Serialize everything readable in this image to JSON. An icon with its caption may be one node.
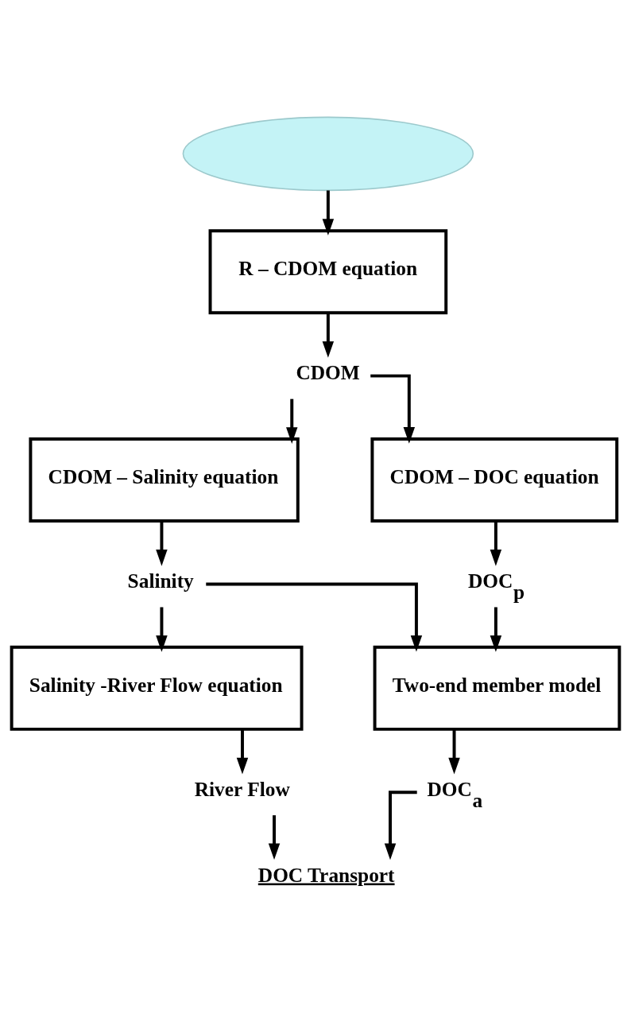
{
  "diagram": {
    "nodes": [
      {
        "text": [],
        "shape": "ellipse"
      },
      {
        "text": [
          "R – CDOM equation"
        ]
      },
      {
        "text": [
          "CDOM"
        ]
      },
      {
        "text": [
          "CDOM – Salinity equation"
        ]
      },
      {
        "text": [
          "CDOM – DOC equation"
        ]
      },
      {
        "text": [
          "Salinity"
        ]
      },
      {
        "text": [
          "DOC$_{p}$"
        ]
      },
      {
        "text": [
          "Salinity -River Flow equation"
        ]
      },
      {
        "text": [
          "Two-end member model"
        ]
      },
      {
        "text": [
          "River Flow"
        ]
      },
      {
        "text": [
          "DOC$_{a}$"
        ]
      },
      {
        "text": [
          "DOC Transport"
        ]
      }
    ],
    "edges": [
      {
        "from": 0,
        "to": 1,
        "arrow": "to"
      },
      {
        "from": 1,
        "to": 2,
        "arrow": "to"
      },
      {
        "from": 2,
        "to": 3,
        "arrow": "to"
      },
      {
        "from": 2,
        "to": 4,
        "arrow": "to"
      },
      {
        "from": 3,
        "to": 5,
        "arrow": "to"
      },
      {
        "from": 4,
        "to": 6,
        "arrow": "to"
      },
      {
        "from": 5,
        "to": 7,
        "arrow": "to"
      },
      {
        "from": 6,
        "to": 8,
        "arrow": "to"
      },
      {
        "from": 5,
        "to": 8,
        "arrow": "to"
      },
      {
        "from": 7,
        "to": 9,
        "arrow": "to"
      },
      {
        "from": 8,
        "to": 10,
        "arrow": "to"
      },
      {
        "from": 9,
        "to": 11,
        "arrow": "to"
      },
      {
        "from": 10,
        "to": 11,
        "arrow": "to"
      }
    ]
  }
}
